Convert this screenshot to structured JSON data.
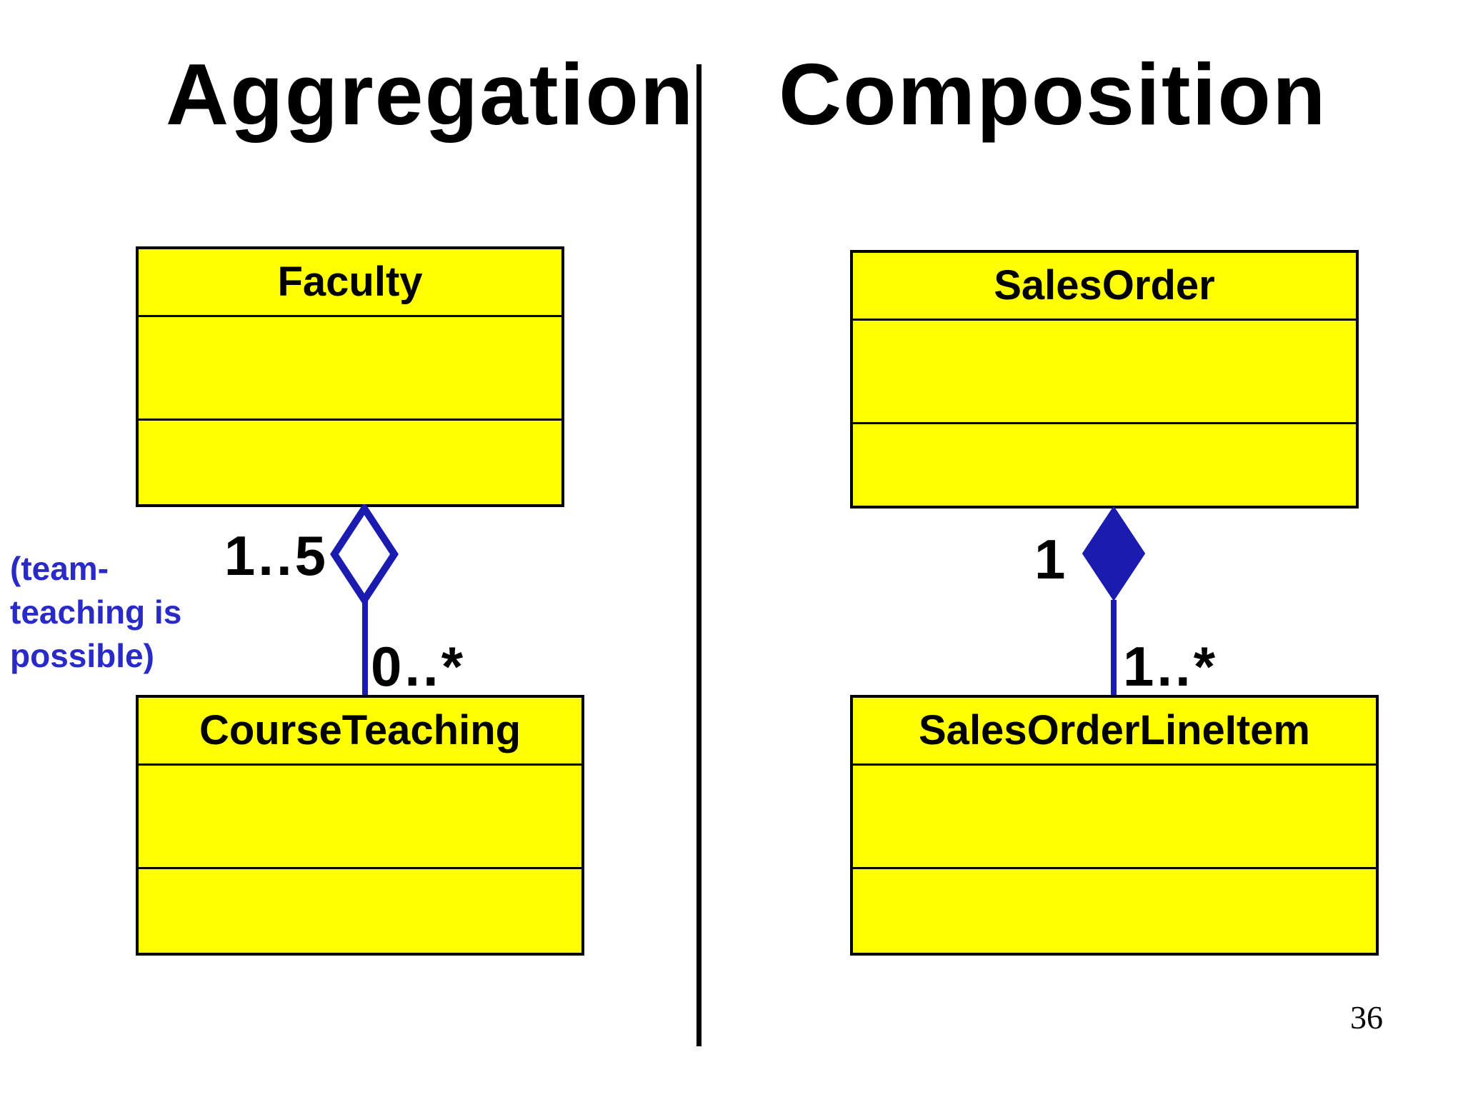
{
  "slide": {
    "page_number": "36"
  },
  "colors": {
    "class_fill": "#ffff00",
    "class_border": "#000000",
    "relation_blue": "#1b1bb0",
    "note_blue": "#2a2ac8",
    "divider": "#000000"
  },
  "left_panel": {
    "title": "Aggregation",
    "top_class": {
      "name": "Faculty"
    },
    "bottom_class": {
      "name": "CourseTeaching"
    },
    "relationship": {
      "type": "aggregation",
      "diamond_style": "hollow",
      "whole_multiplicity": "1..5",
      "part_multiplicity": "0..*"
    },
    "note_lines": [
      "(team-",
      "teaching is",
      "possible)"
    ]
  },
  "right_panel": {
    "title": "Composition",
    "top_class": {
      "name": "SalesOrder"
    },
    "bottom_class": {
      "name": "SalesOrderLineItem"
    },
    "relationship": {
      "type": "composition",
      "diamond_style": "filled",
      "whole_multiplicity": "1",
      "part_multiplicity": "1..*"
    }
  }
}
